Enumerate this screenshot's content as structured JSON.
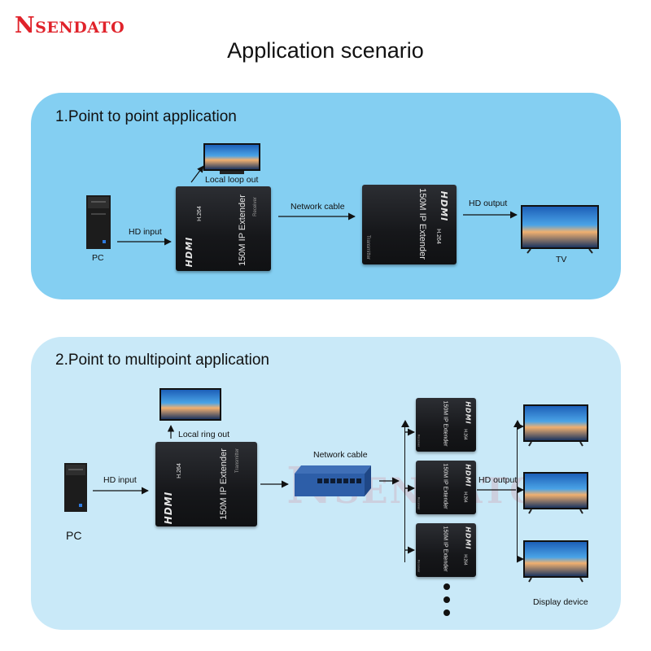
{
  "brand": "Nsendato",
  "title": "Application scenario",
  "watermark": "Nsendato",
  "colors": {
    "brand": "#e0232b",
    "panel1": "#84cff2",
    "panel2": "#c9e9f8"
  },
  "section1": {
    "title": "1.Point to point application",
    "pc_label": "PC",
    "hd_input": "HD input",
    "local_loop_out": "Local loop out",
    "network_cable": "Network cable",
    "hd_output": "HD output",
    "tv_label": "TV",
    "device_tx": {
      "logo": "HDMI",
      "codec": "H.264",
      "model": "150M IP Extender",
      "role": "Receiver"
    },
    "device_rx": {
      "logo": "HDMI",
      "codec": "H.264",
      "model": "150M IP Extender",
      "role": "Transmitter"
    }
  },
  "section2": {
    "title": "2.Point to multipoint application",
    "pc_label": "PC",
    "hd_input": "HD input",
    "local_ring_out": "Local ring out",
    "network_cable": "Network cable",
    "hd_output": "HD output",
    "display_device": "Display device",
    "device_tx": {
      "logo": "HDMI",
      "codec": "H.264",
      "model": "150M IP Extender",
      "role": "Transmitter"
    },
    "receiver": {
      "logo": "HDMI",
      "codec": "H.264",
      "model": "150M IP Extender",
      "role": "Receiver"
    }
  }
}
